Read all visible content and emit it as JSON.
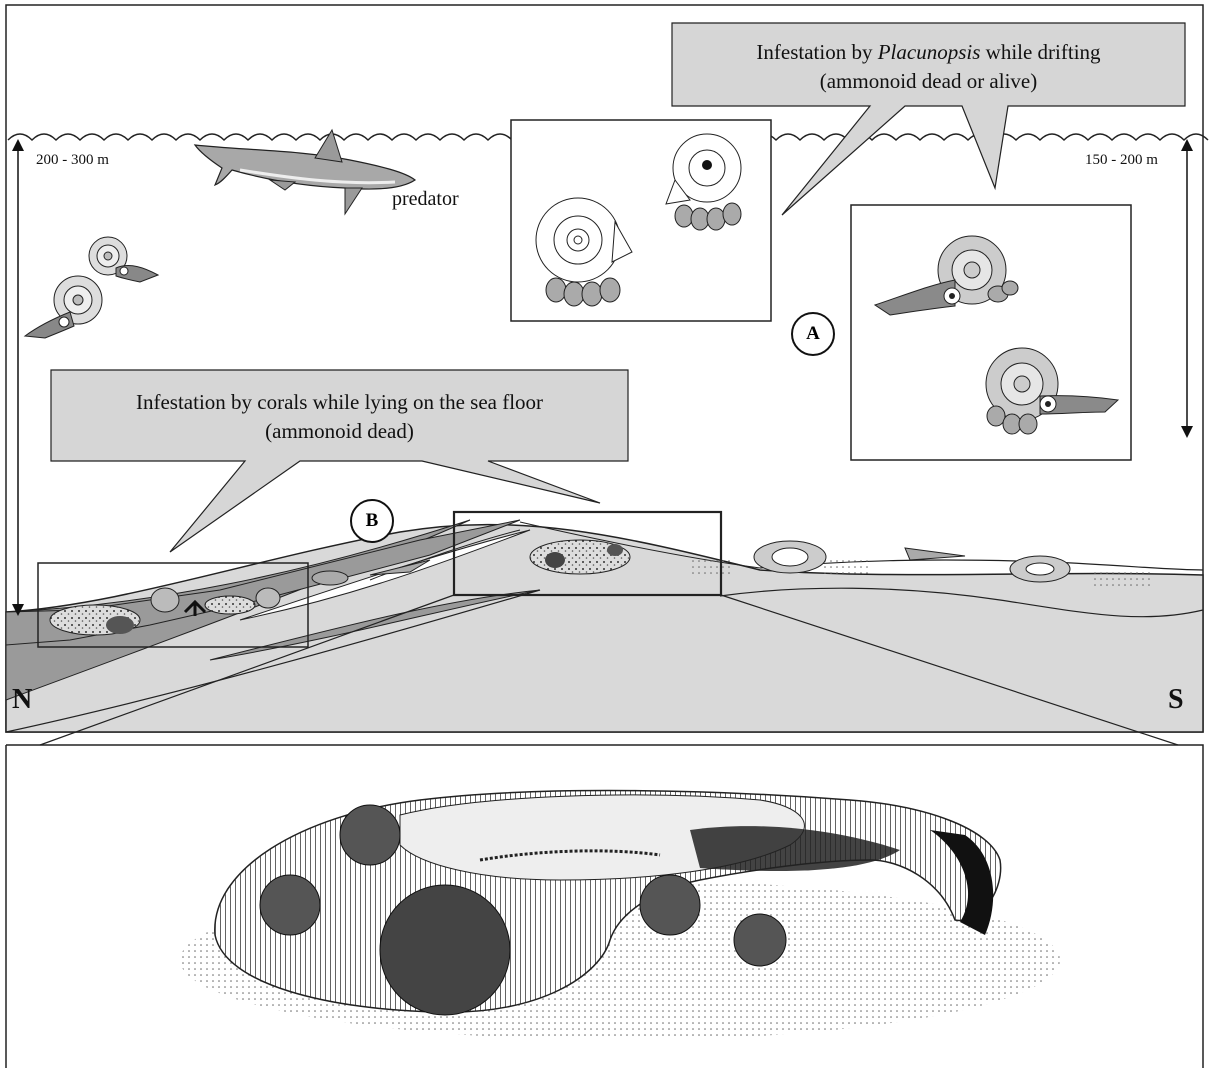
{
  "labels": {
    "depth_left": "200 - 300 m",
    "depth_right": "150 - 200 m",
    "predator": "predator",
    "north": "N",
    "south": "S",
    "marker_a": "A",
    "marker_b": "B"
  },
  "callouts": {
    "placunopsis": {
      "prefix": "Infestation by ",
      "genus": "Placunopsis",
      "suffix": " while drifting",
      "line2": "(ammonoid dead or alive)"
    },
    "corals": {
      "line1": "Infestation by corals while lying on the sea floor",
      "line2": "(ammonoid dead)"
    }
  },
  "colors": {
    "sea_floor_dark": "#9a9a9a",
    "sea_floor_light": "#d9d9d9",
    "callout_fill": "#d6d6d6",
    "line": "#111111"
  }
}
